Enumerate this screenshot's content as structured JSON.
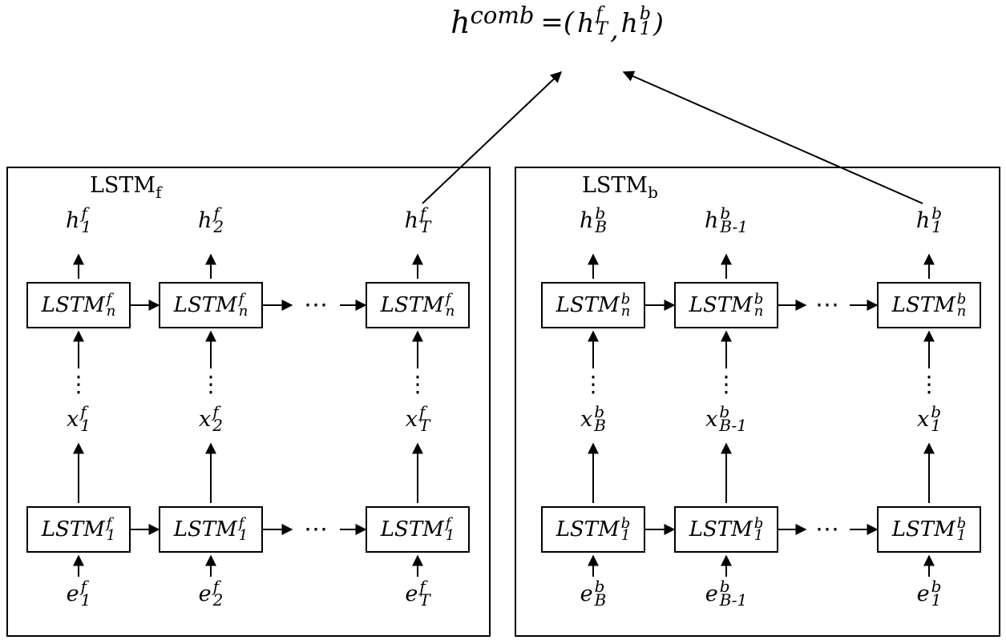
{
  "title_formula": {
    "base": "h",
    "sup": "comb",
    "eq": "=(",
    "term1": {
      "base": "h",
      "sup": "f",
      "sub": "T"
    },
    "comma": ",",
    "term2": {
      "base": "h",
      "sup": "b",
      "sub": "1"
    },
    "close": ")"
  },
  "symbols": {
    "hdots": "⋯",
    "vdots": "⋮"
  },
  "left_box": {
    "title": {
      "base": "LSTM",
      "sub": "f"
    },
    "columns": [
      {
        "h": {
          "base": "h",
          "sup": "f",
          "sub": "1"
        },
        "top_cell": {
          "base": "LSTM",
          "sup": "f",
          "sub": "n"
        },
        "x": {
          "base": "x",
          "sup": "f",
          "sub": "1"
        },
        "bottom_cell": {
          "base": "LSTM",
          "sup": "f",
          "sub": "1"
        },
        "e": {
          "base": "e",
          "sup": "f",
          "sub": "1"
        }
      },
      {
        "h": {
          "base": "h",
          "sup": "f",
          "sub": "2"
        },
        "top_cell": {
          "base": "LSTM",
          "sup": "f",
          "sub": "n"
        },
        "x": {
          "base": "x",
          "sup": "f",
          "sub": "2"
        },
        "bottom_cell": {
          "base": "LSTM",
          "sup": "f",
          "sub": "1"
        },
        "e": {
          "base": "e",
          "sup": "f",
          "sub": "2"
        }
      },
      {
        "h": {
          "base": "h",
          "sup": "f",
          "sub": "T"
        },
        "top_cell": {
          "base": "LSTM",
          "sup": "f",
          "sub": "n"
        },
        "x": {
          "base": "x",
          "sup": "f",
          "sub": "T"
        },
        "bottom_cell": {
          "base": "LSTM",
          "sup": "f",
          "sub": "1"
        },
        "e": {
          "base": "e",
          "sup": "f",
          "sub": "T"
        }
      }
    ]
  },
  "right_box": {
    "title": {
      "base": "LSTM",
      "sub": "b"
    },
    "columns": [
      {
        "h": {
          "base": "h",
          "sup": "b",
          "sub": "B"
        },
        "top_cell": {
          "base": "LSTM",
          "sup": "b",
          "sub": "n"
        },
        "x": {
          "base": "x",
          "sup": "b",
          "sub": "B"
        },
        "bottom_cell": {
          "base": "LSTM",
          "sup": "b",
          "sub": "1"
        },
        "e": {
          "base": "e",
          "sup": "b",
          "sub": "B"
        }
      },
      {
        "h": {
          "base": "h",
          "sup": "b",
          "sub": "B-1"
        },
        "top_cell": {
          "base": "LSTM",
          "sup": "b",
          "sub": "n"
        },
        "x": {
          "base": "x",
          "sup": "b",
          "sub": "B-1"
        },
        "bottom_cell": {
          "base": "LSTM",
          "sup": "b",
          "sub": "1"
        },
        "e": {
          "base": "e",
          "sup": "b",
          "sub": "B-1"
        }
      },
      {
        "h": {
          "base": "h",
          "sup": "b",
          "sub": "1"
        },
        "top_cell": {
          "base": "LSTM",
          "sup": "b",
          "sub": "n"
        },
        "x": {
          "base": "x",
          "sup": "b",
          "sub": "1"
        },
        "bottom_cell": {
          "base": "LSTM",
          "sup": "b",
          "sub": "1"
        },
        "e": {
          "base": "e",
          "sup": "b",
          "sub": "1"
        }
      }
    ]
  }
}
